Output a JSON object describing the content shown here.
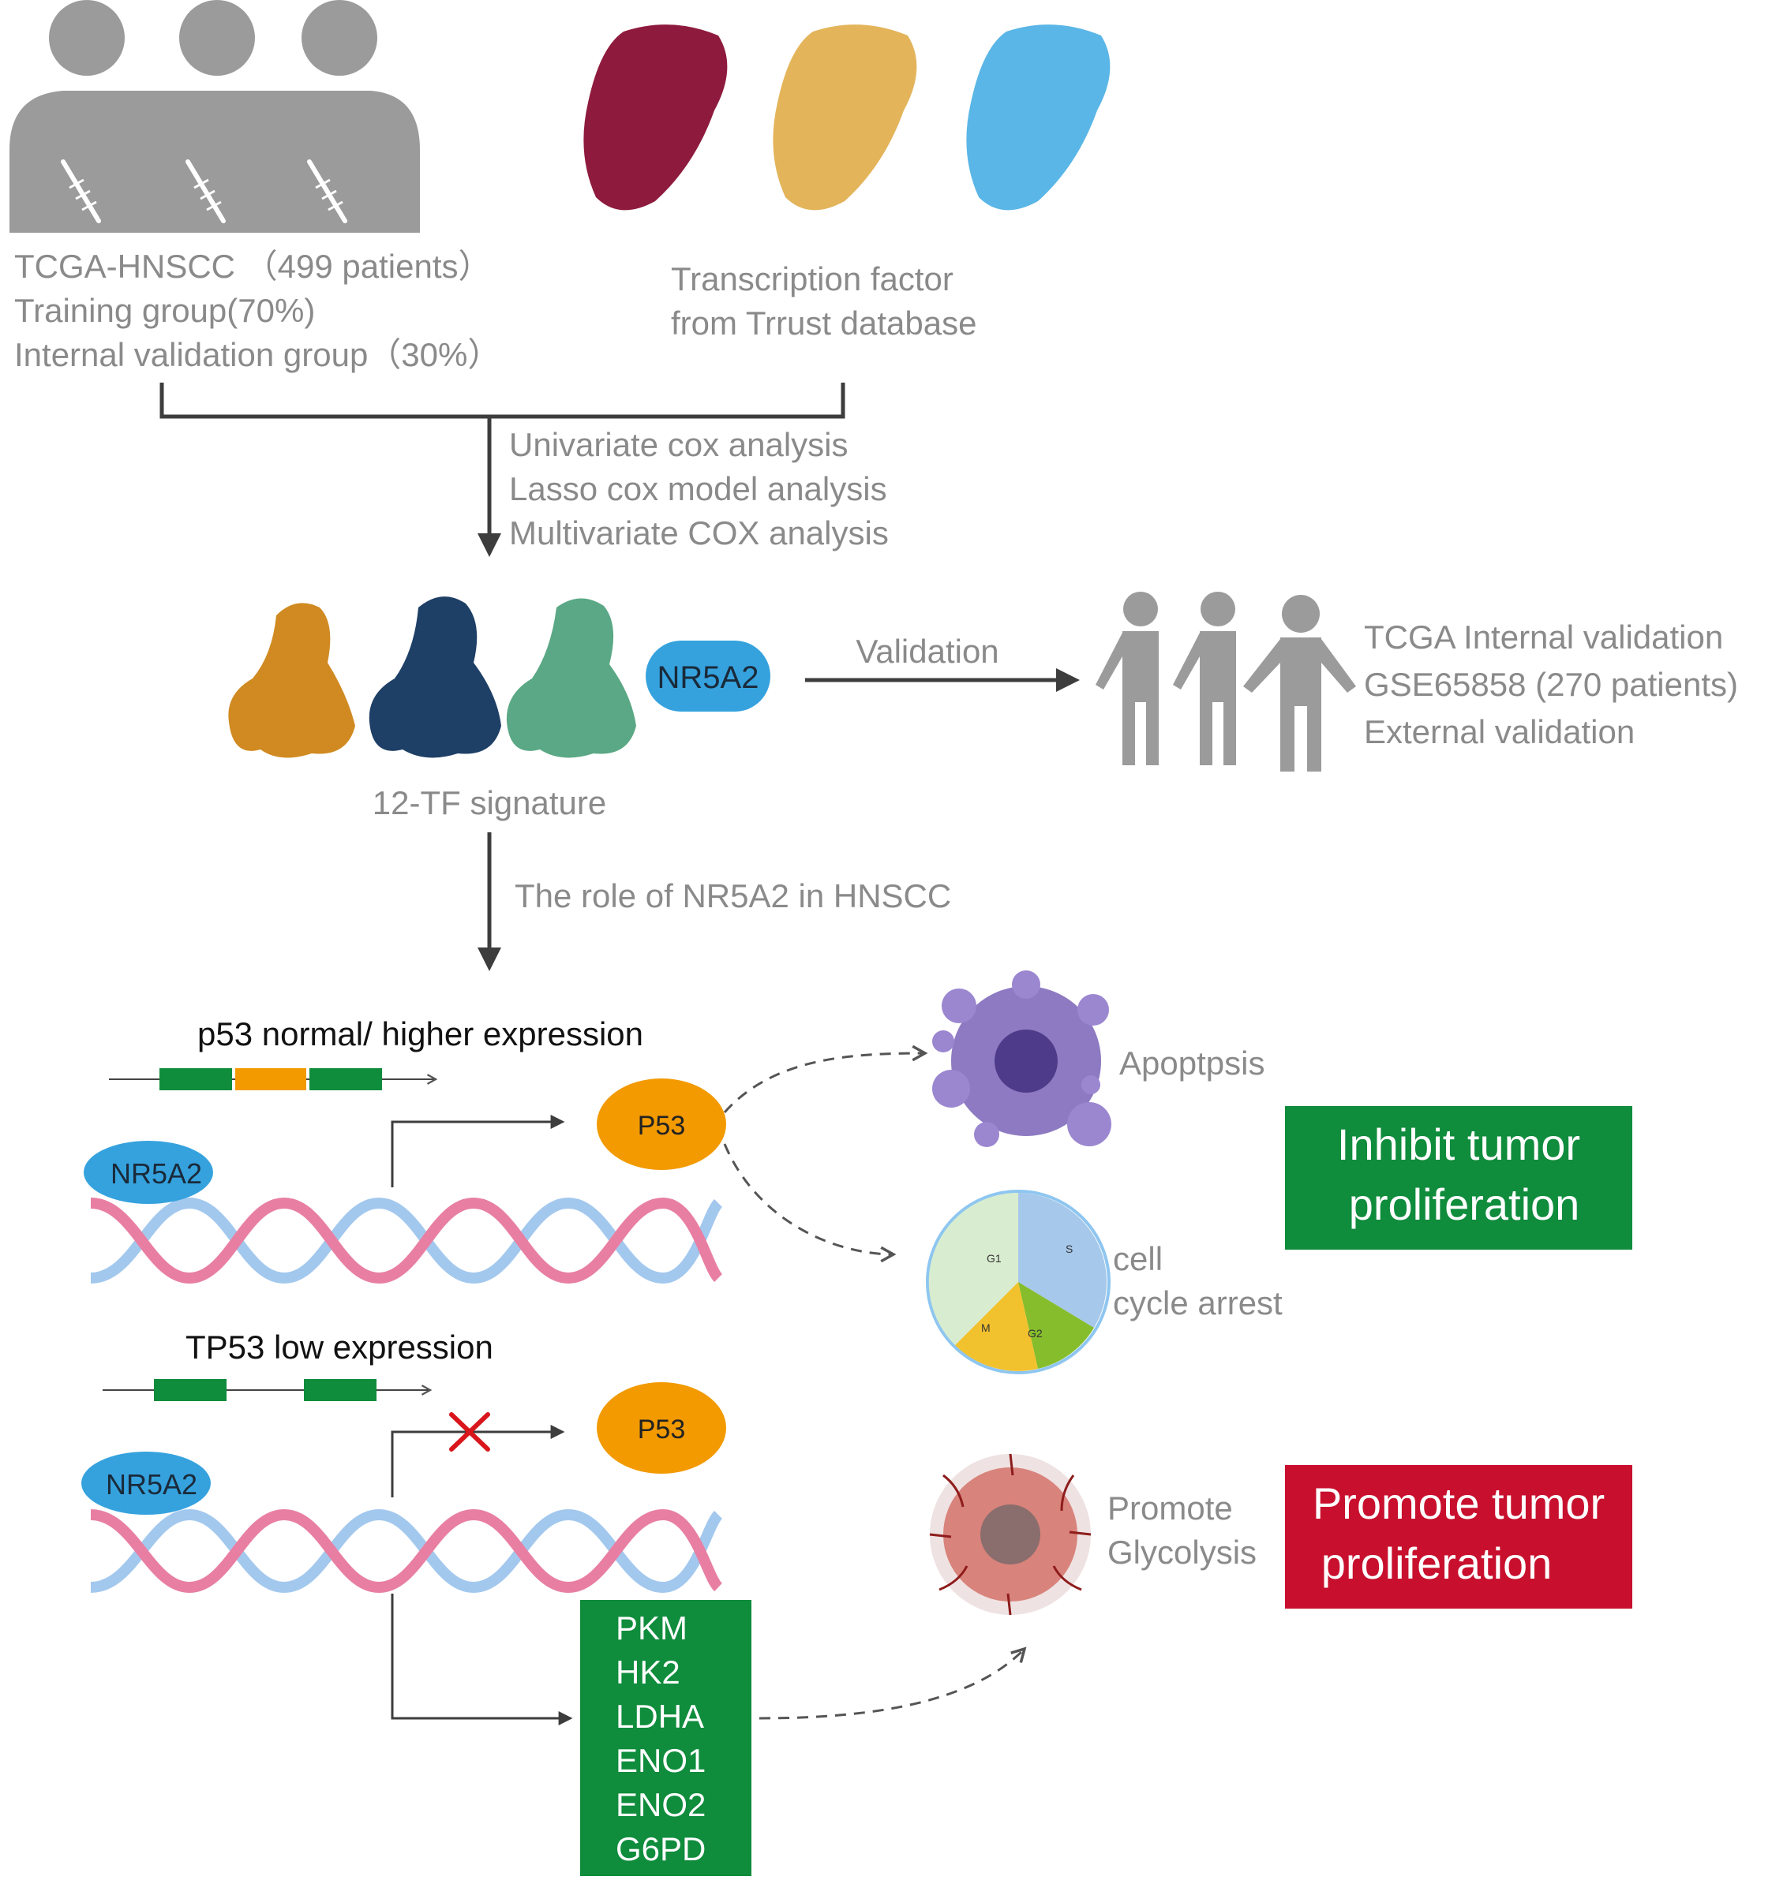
{
  "top": {
    "cohort_lines": [
      "TCGA-HNSCC （499 patients）",
      "Training group(70%)",
      "Internal validation group（30%）"
    ],
    "tf_lines": [
      "Transcription factor",
      "from Trrust database"
    ]
  },
  "analysis_steps": [
    "Univariate cox analysis",
    "Lasso cox model   analysis",
    "Multivariate COX analysis"
  ],
  "signature": {
    "label": "12-TF signature",
    "badge": "NR5A2"
  },
  "validation": {
    "arrow_label": "Validation",
    "lines": [
      "TCGA Internal validation",
      "GSE65858 (270 patients)",
      "External validation"
    ]
  },
  "role_label": "The role of NR5A2 in HNSCC",
  "normal_panel": {
    "title": "p53 normal/ higher expression",
    "nr5a2": "NR5A2",
    "p53": "P53",
    "apoptosis": "Apoptpsis",
    "cell_cycle_lines": [
      "cell",
      "cycle arrest"
    ],
    "pie_labels": {
      "g1": "G1",
      "s": "S",
      "m": "M",
      "g2": "G2"
    }
  },
  "low_panel": {
    "title": "TP53 low expression",
    "nr5a2": "NR5A2",
    "p53": "P53",
    "genes": [
      "PKM",
      "HK2",
      "LDHA",
      "ENO1",
      "ENO2",
      "G6PD"
    ],
    "glycolysis_lines": [
      "Promote",
      "Glycolysis"
    ]
  },
  "outcomes": {
    "inhibit_lines": [
      "Inhibit tumor",
      "proliferation"
    ],
    "promote_lines": [
      "Promote tumor",
      "proliferation"
    ]
  },
  "colors": {
    "gray": "#999999",
    "arrow": "#3d3d3d",
    "green": "#0f8c3c",
    "red": "#c8102e",
    "orange": "#f29a00",
    "blue_badge": "#35a2de",
    "dna_pink": "#e87fa3",
    "dna_blue": "#a3c8ee"
  }
}
